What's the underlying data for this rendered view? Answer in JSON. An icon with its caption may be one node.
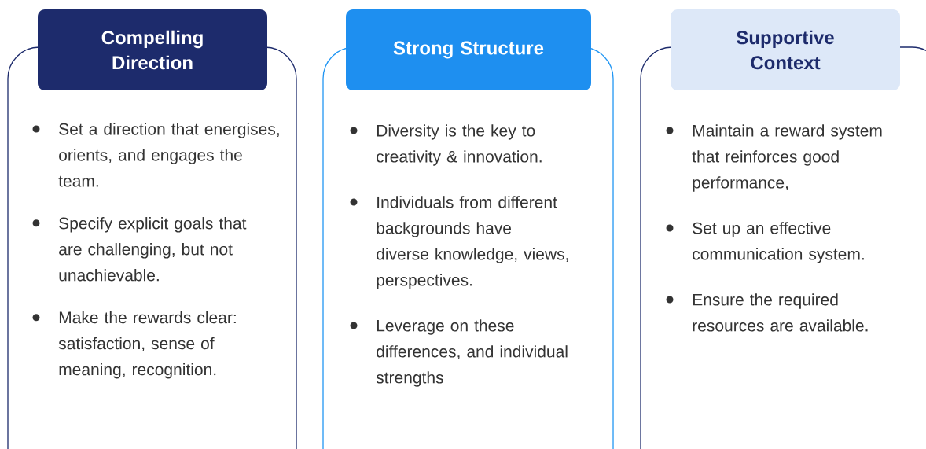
{
  "diagram": {
    "nodes": [
      {
        "text": [
          "Compelling Direction"
        ]
      },
      {
        "text": [
          "Set a direction that energises, orients, and engages the team.",
          "Specify explicit goals that are challenging, but not unachievable.",
          "Make the rewards clear: satisfaction, sense of meaning, recognition."
        ]
      },
      {
        "text": [
          "Strong Structure"
        ]
      },
      {
        "text": [
          "Diversity is the key to creativity & innovation.",
          "Individuals from different backgrounds have diverse knowledge, views, perspectives.",
          "Leverage on these differences, and individual strengths"
        ]
      },
      {
        "text": [
          "Supportive Context"
        ]
      },
      {
        "text": [
          "Maintain a reward system that reinforces good performance,",
          "Set up an effective communication system.",
          "Ensure the required resources are available."
        ]
      }
    ]
  }
}
